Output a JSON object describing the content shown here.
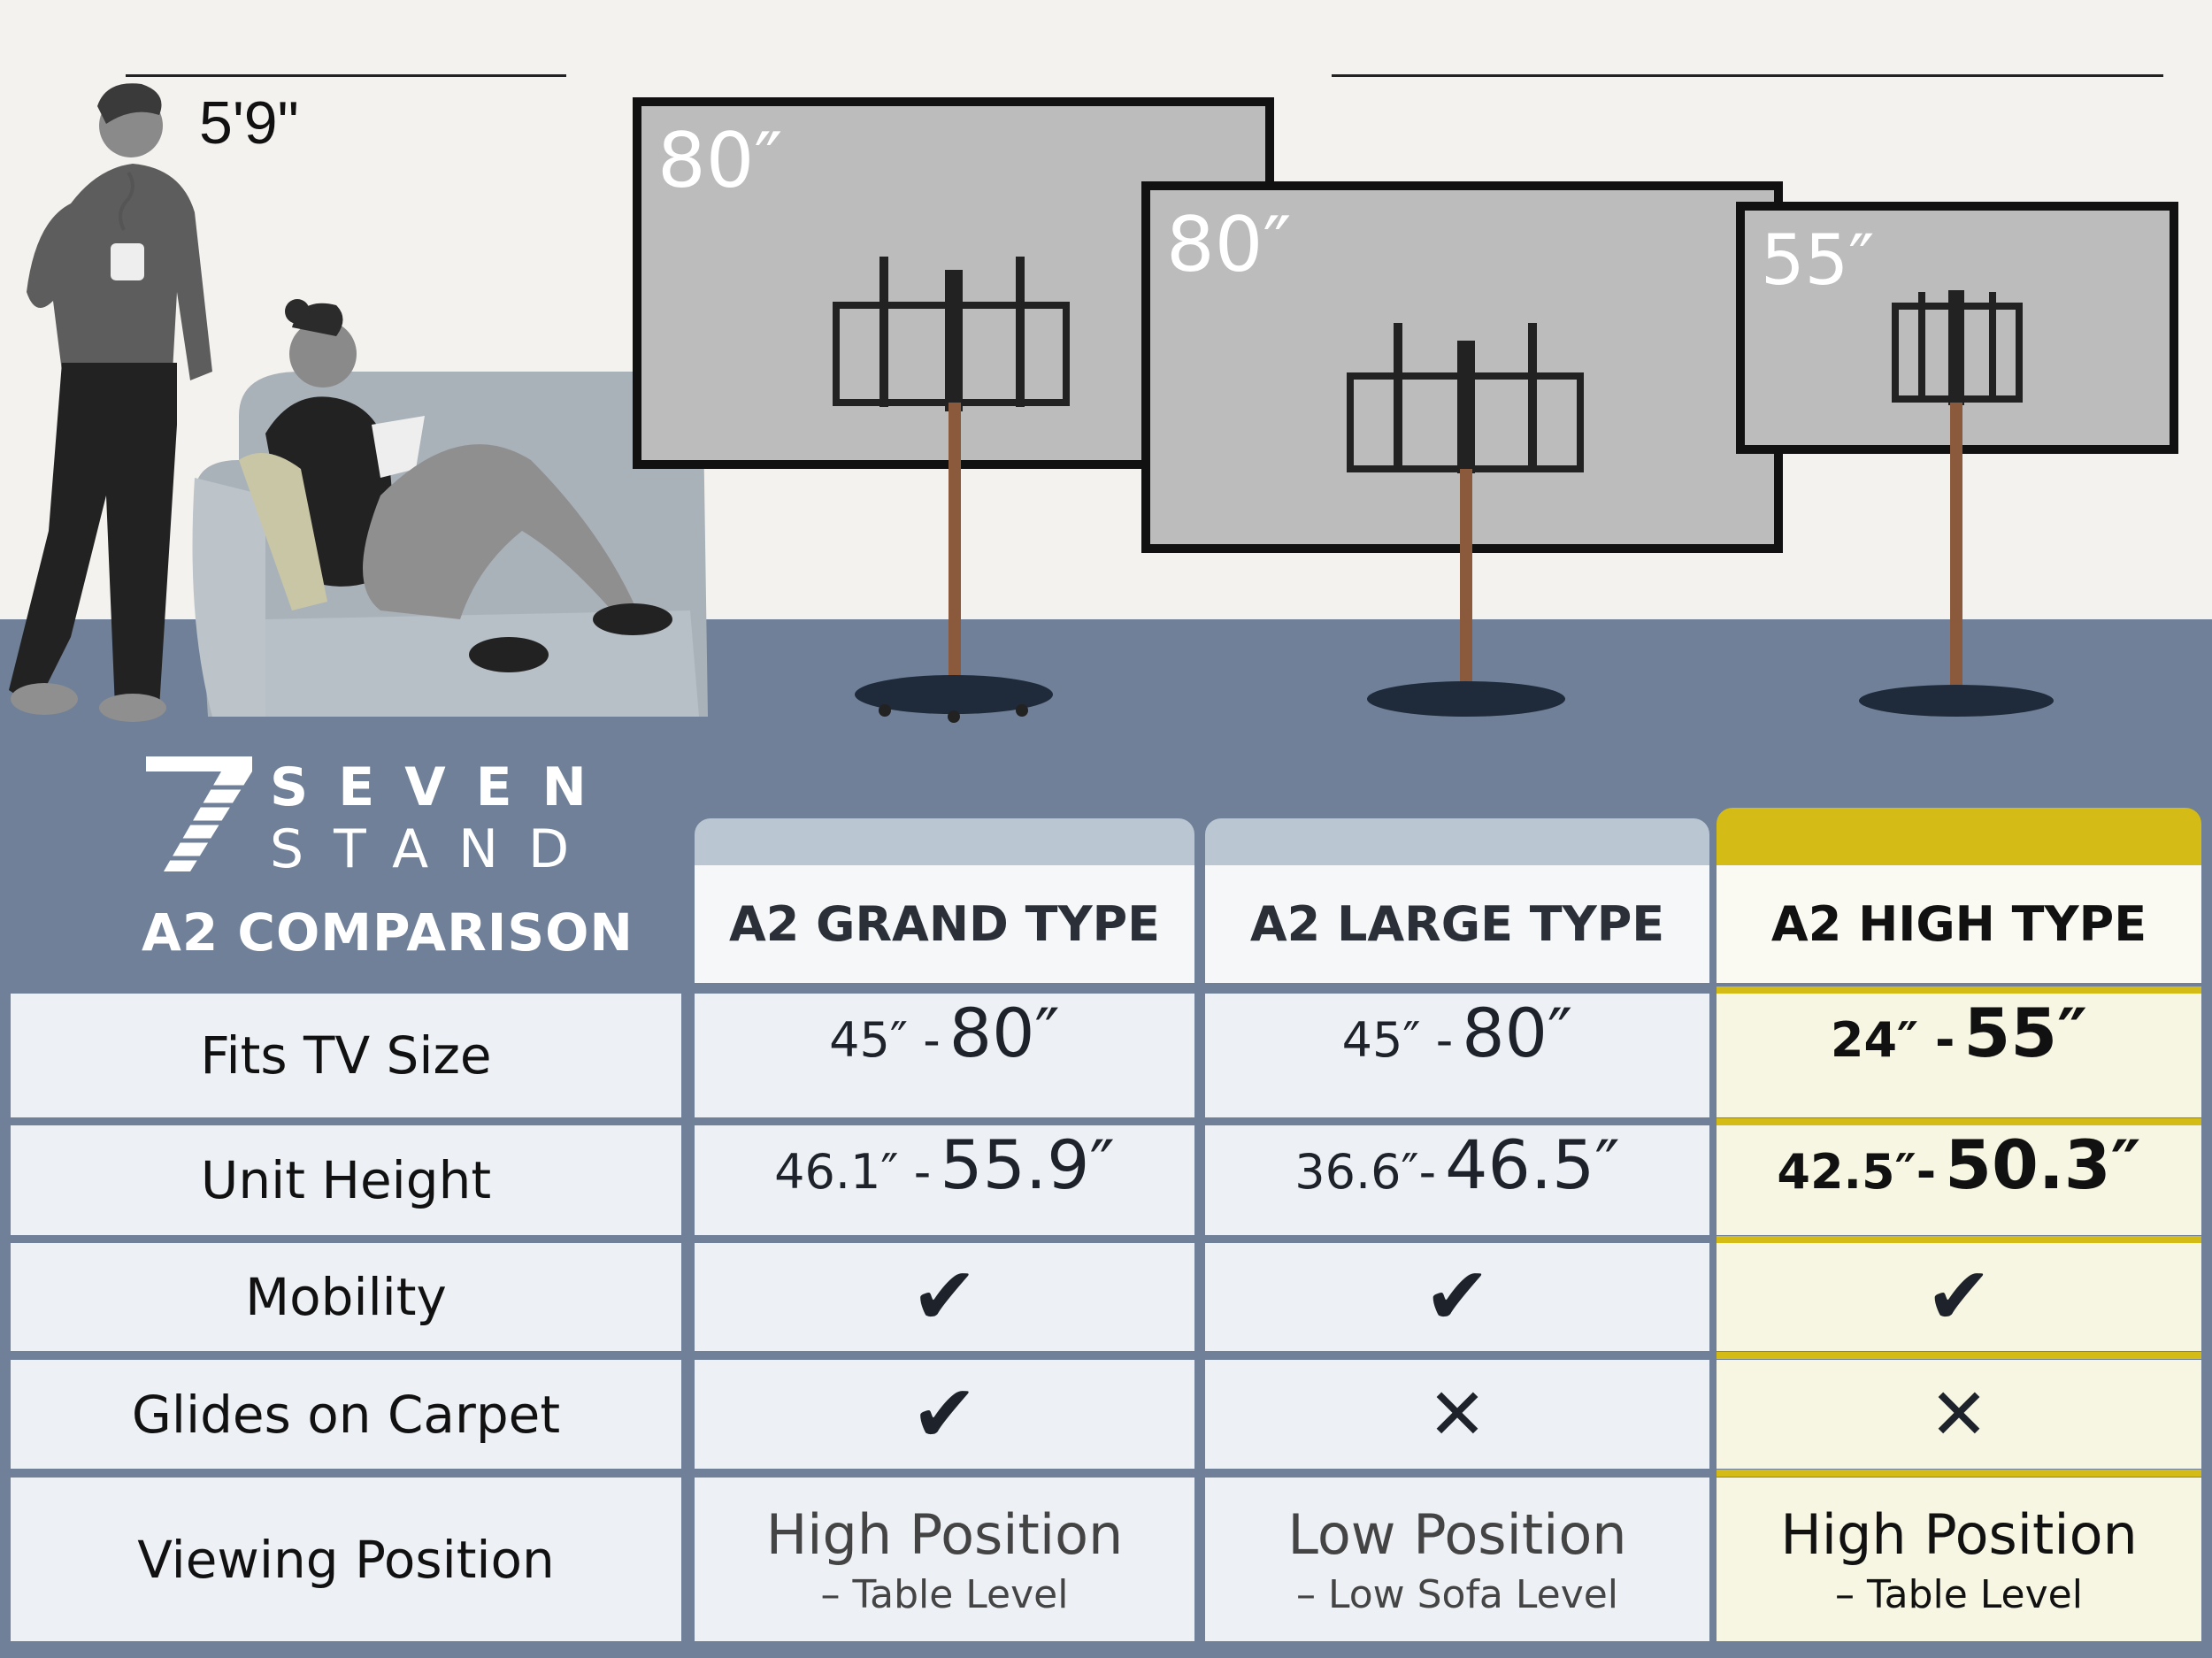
{
  "scene": {
    "person_height": "5'9\"",
    "tvs": [
      {
        "size_label": "80″"
      },
      {
        "size_label": "80″"
      },
      {
        "size_label": "55″"
      }
    ]
  },
  "brand": {
    "mark": "7",
    "name_top": "SEVEN",
    "name_bottom": "STAND",
    "title": "A2 COMPARISON"
  },
  "table": {
    "columns": [
      "A2 GRAND TYPE",
      "A2 LARGE TYPE",
      "A2 HIGH TYPE"
    ],
    "highlight_color": "#d4bb16",
    "rows": [
      {
        "label": "Fits TV Size",
        "values": [
          {
            "small": "45″ -",
            "big": "80″"
          },
          {
            "small": "45″ -",
            "big": "80″"
          },
          {
            "small": "24″ -",
            "big": "55″"
          }
        ]
      },
      {
        "label": "Unit Height",
        "values": [
          {
            "small": "46.1″ -",
            "big": "55.9″"
          },
          {
            "small": "36.6″-",
            "big": "46.5″"
          },
          {
            "small": "42.5″-",
            "big": "50.3″"
          }
        ]
      },
      {
        "label": "Mobility",
        "values": [
          "✔",
          "✔",
          "✔"
        ]
      },
      {
        "label": "Glides on Carpet",
        "values": [
          "✔",
          "✕",
          "✕"
        ]
      },
      {
        "label": "Viewing Position",
        "values": [
          {
            "main": "High Position",
            "sub": "– Table Level"
          },
          {
            "main": "Low Position",
            "sub": "– Low Sofa Level"
          },
          {
            "main": "High Position",
            "sub": "– Table Level"
          }
        ]
      }
    ]
  }
}
